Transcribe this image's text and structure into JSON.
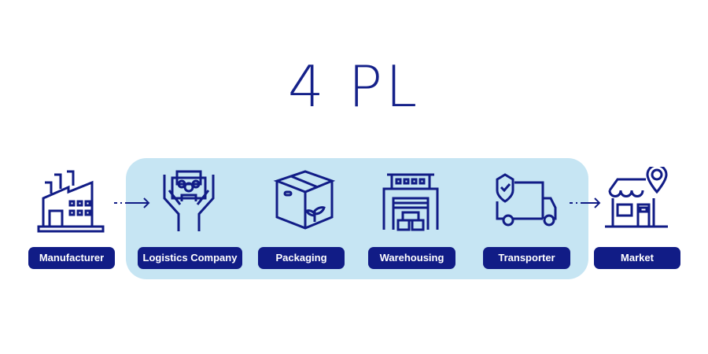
{
  "title": "4 PL",
  "nodes": [
    {
      "label": "Manufacturer",
      "icon": "factory-icon"
    },
    {
      "label": "Logistics Company",
      "icon": "hands-people-icon"
    },
    {
      "label": "Packaging",
      "icon": "box-icon"
    },
    {
      "label": "Warehousing",
      "icon": "warehouse-icon"
    },
    {
      "label": "Transporter",
      "icon": "truck-icon"
    },
    {
      "label": "Market",
      "icon": "store-location-icon"
    }
  ],
  "colors": {
    "primary": "#111c86",
    "band": "#c6e5f3"
  }
}
